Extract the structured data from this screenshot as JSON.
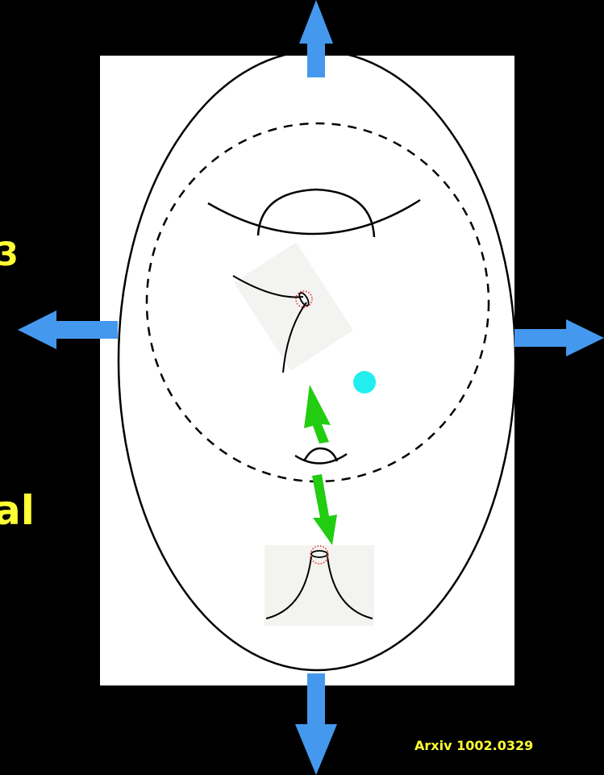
{
  "left_text": {
    "line1": "3",
    "line2": "al"
  },
  "citation": "Arxiv 1002.0329",
  "colors": {
    "background": "#000000",
    "text": "#ffff33",
    "panel": "#ffffff",
    "expansion_arrow": "#4499ee",
    "link_arrow": "#22cc11",
    "dot": "#22eeee",
    "inset_marker": "#ee2222"
  },
  "icons": {
    "expansion_arrows": [
      "arrow-up-icon",
      "arrow-down-icon",
      "arrow-left-icon",
      "arrow-right-icon"
    ],
    "link_arrow": "double-headed-arrow-icon"
  }
}
